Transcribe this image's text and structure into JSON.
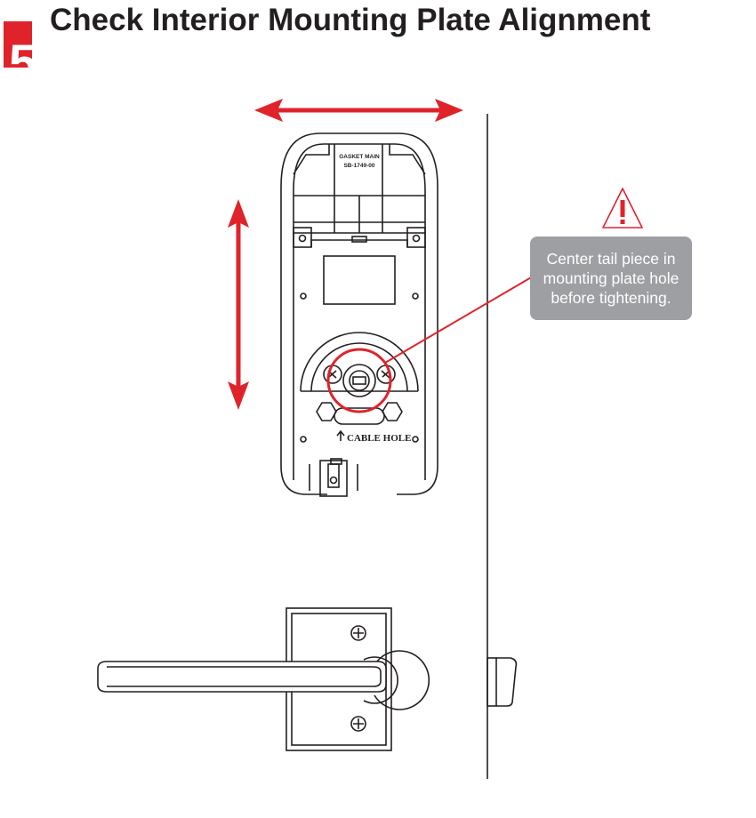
{
  "step": {
    "number": "5"
  },
  "title": "Check Interior Mounting Plate Alignment",
  "plate": {
    "gasket_label_line1": "GASKET MAIN",
    "gasket_label_line2": "SB-1749-00",
    "cable_hole_label": "CABLE HOLE"
  },
  "callout": {
    "text": "Center tail piece in mounting plate hole before tightening.",
    "icon": "warning-icon"
  },
  "colors": {
    "accent": "#e0232b",
    "callout_bg": "#9d9fa2",
    "line": "#231f20"
  },
  "arrows": {
    "horizontal_icon": "double-arrow-horizontal-icon",
    "vertical_icon": "double-arrow-vertical-icon"
  }
}
